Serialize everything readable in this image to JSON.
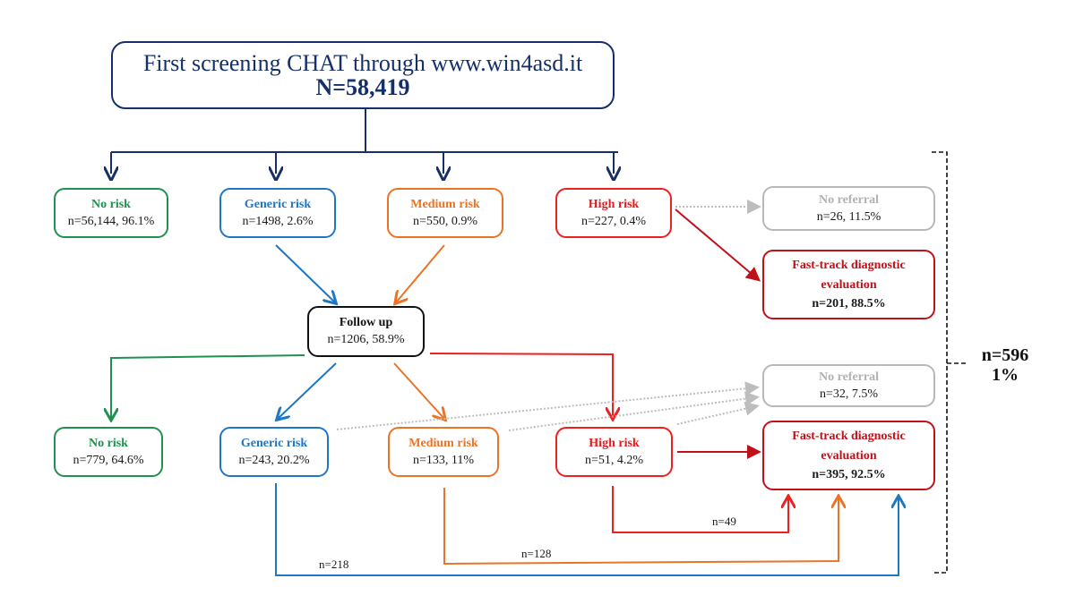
{
  "top": {
    "title": "First screening CHAT through www.win4asd.it",
    "n": "N=58,419"
  },
  "first_level": {
    "no_risk": {
      "title": "No risk",
      "value": "n=56,144, 96.1%"
    },
    "generic_risk": {
      "title": "Generic risk",
      "value": "n=1498, 2.6%"
    },
    "medium_risk": {
      "title": "Medium risk",
      "value": "n=550, 0.9%"
    },
    "high_risk": {
      "title": "High risk",
      "value": "n=227, 0.4%"
    },
    "no_referral": {
      "title": "No referral",
      "value": "n=26, 11.5%"
    },
    "fast_track": {
      "title": "Fast-track diagnostic evaluation",
      "value": "n=201, 88.5%"
    }
  },
  "follow_up": {
    "title": "Follow up",
    "value": "n=1206, 58.9%"
  },
  "second_level": {
    "no_risk": {
      "title": "No risk",
      "value": "n=779, 64.6%"
    },
    "generic_risk": {
      "title": "Generic risk",
      "value": "n=243, 20.2%"
    },
    "medium_risk": {
      "title": "Medium risk",
      "value": "n=133, 11%"
    },
    "high_risk": {
      "title": "High risk",
      "value": "n=51, 4.2%"
    },
    "no_referral": {
      "title": "No referral",
      "value": "n=32, 7.5%"
    },
    "fast_track": {
      "title": "Fast-track diagnostic evaluation",
      "value": "n=395, 92.5%"
    }
  },
  "flow_labels": {
    "high_to_fast": "n=49",
    "medium_to_fast": "n=128",
    "generic_to_fast": "n=218"
  },
  "total": {
    "n": "n=596",
    "pct": "1%"
  },
  "colors": {
    "navy": "#152f6b",
    "green": "#1e9150",
    "blue": "#1f77c4",
    "orange": "#ea7325",
    "red": "#f01e1e",
    "dark_red": "#c0101a",
    "grey": "#b8b8b8"
  }
}
